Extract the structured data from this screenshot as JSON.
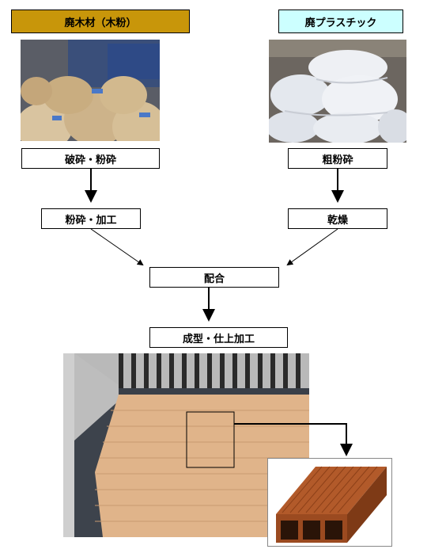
{
  "diagram": {
    "source_wood": "廃木材（木粉）",
    "source_plastic": "廃プラスチック",
    "wood_step1": "破砕・粉砕",
    "wood_step2": "粉砕・加工",
    "plastic_step1": "粗粉砕",
    "plastic_step2": "乾燥",
    "merge_step": "配合",
    "final_step": "成型・仕上加工"
  },
  "colors": {
    "wood_header_bg": "#c8960a",
    "plastic_header_bg": "#ccffff",
    "arrow": "#000000"
  },
  "images": {
    "wood_photo": "sacks-of-wood-powder",
    "plastic_photo": "bales-of-plastic-waste",
    "deck_photo": "composite-wood-deck",
    "profile_photo": "hollow-deck-board-closeup"
  }
}
